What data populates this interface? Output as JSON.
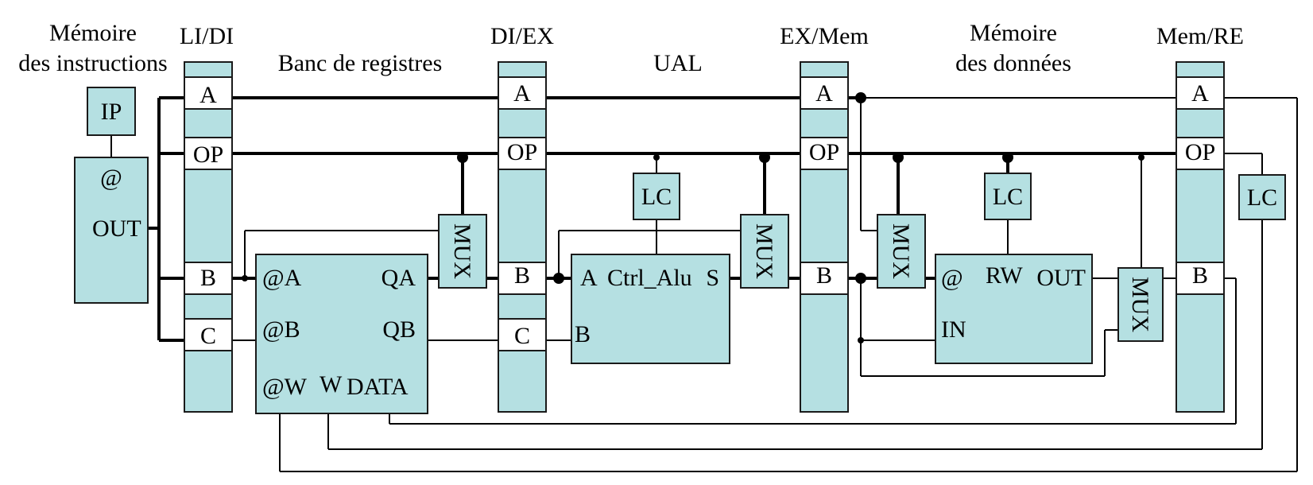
{
  "stage_titles": {
    "instr_mem_line1": "Mémoire",
    "instr_mem_line2": "des instructions",
    "li_di": "LI/DI",
    "regbank": "Banc de registres",
    "di_ex": "DI/EX",
    "ual": "UAL",
    "ex_mem": "EX/Mem",
    "data_mem_line1": "Mémoire",
    "data_mem_line2": "des données",
    "mem_re": "Mem/RE"
  },
  "instr_mem": {
    "ip": "IP",
    "addr": "@",
    "out": "OUT"
  },
  "li_di": {
    "a": "A",
    "op": "OP",
    "b": "B",
    "c": "C"
  },
  "regbank": {
    "at_a": "@A",
    "qa": "QA",
    "at_b": "@B",
    "qb": "QB",
    "at_w": "@W",
    "w": "W",
    "data": "DATA"
  },
  "mux_label": "MUX",
  "di_ex": {
    "a": "A",
    "op": "OP",
    "b": "B",
    "c": "C"
  },
  "lc_label": "LC",
  "alu": {
    "a": "A",
    "ctrl": "Ctrl_Alu",
    "s": "S",
    "b": "B"
  },
  "ex_mem": {
    "a": "A",
    "op": "OP",
    "b": "B"
  },
  "data_mem": {
    "addr": "@",
    "rw": "RW",
    "out": "OUT",
    "in": "IN"
  },
  "mem_re": {
    "a": "A",
    "op": "OP",
    "b": "B"
  },
  "colors": {
    "block_fill": "#b5e0e2",
    "wire": "#000000"
  }
}
